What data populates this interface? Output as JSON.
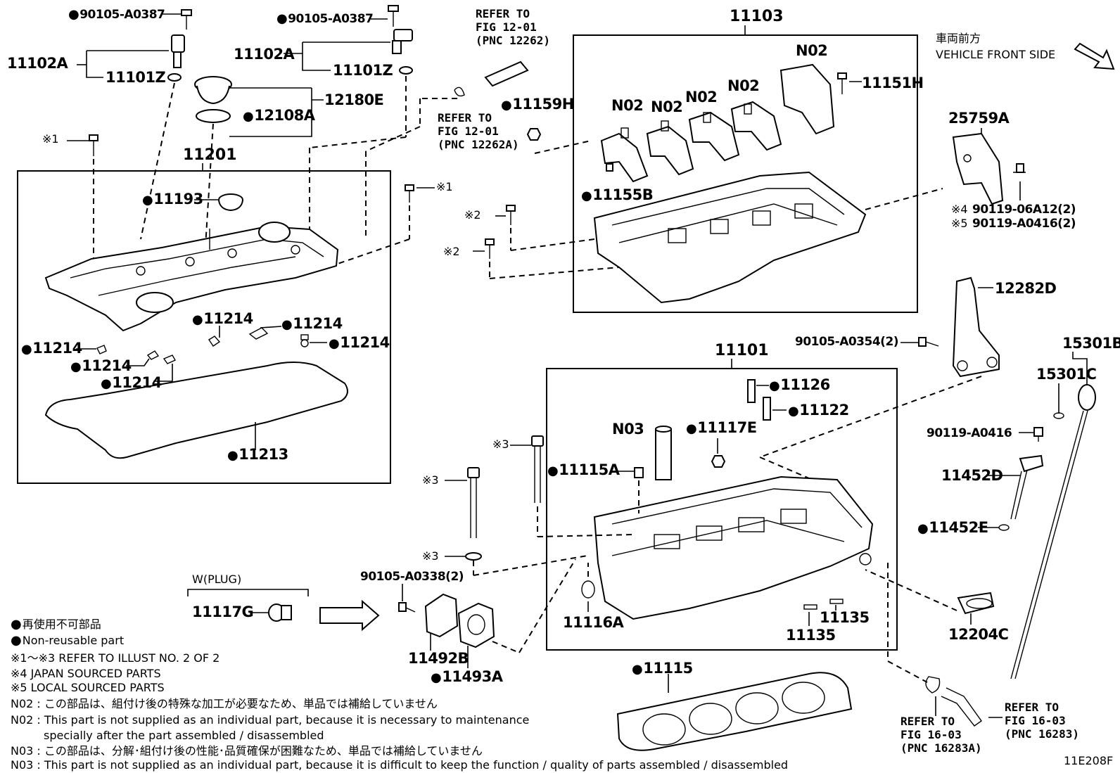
{
  "labels": {
    "p90105_a0387_l": "90105-A0387",
    "p90105_a0387_r": "90105-A0387",
    "p11102a_l": "11102A",
    "p11101z_l": "11101Z",
    "p11102a_r": "11102A",
    "p11101z_r": "11101Z",
    "p12180e": "12180E",
    "p12108a": "12108A",
    "p11201": "11201",
    "p11193": "11193",
    "p11214_a": "11214",
    "p11214_b": "11214",
    "p11214_c": "11214",
    "p11214_d": "11214",
    "p11214_e": "11214",
    "p11214_f": "11214",
    "p11213": "11213",
    "p11159h": "11159H",
    "p11103": "11103",
    "p11155b": "11155B",
    "p11151h": "11151H",
    "n02_1": "N02",
    "n02_2": "N02",
    "n02_3": "N02",
    "n02_4": "N02",
    "n02_5": "N02",
    "p25759a": "25759A",
    "p90119_06a12": "90119-06A12(2)",
    "p90119_a0416_2": "90119-A0416(2)",
    "p12282d": "12282D",
    "p90105_a0354": "90105-A0354(2)",
    "p15301b": "15301B",
    "p15301c": "15301C",
    "p90119_a0416": "90119-A0416",
    "p11452d": "11452D",
    "p11452e": "11452E",
    "p12204c": "12204C",
    "p11101": "11101",
    "p11126": "11126",
    "p11122": "11122",
    "n03": "N03",
    "p11117e": "11117E",
    "p11115a": "11115A",
    "p11116a": "11116A",
    "p11135_a": "11135",
    "p11135_b": "11135",
    "p11115": "11115",
    "p90105_a0338": "90105-A0338(2)",
    "p11492b": "11492B",
    "p11493a": "11493A",
    "w_plug": "W(PLUG)",
    "p11117g": "11117G",
    "ref_mark_1a": "※1",
    "ref_mark_1b": "※1",
    "ref_mark_2a": "※2",
    "ref_mark_2b": "※2",
    "ref_mark_3a": "※3",
    "ref_mark_3b": "※3",
    "ref_mark_3c": "※3",
    "ref_mark_4": "※4",
    "ref_mark_5": "※5"
  },
  "references": {
    "fig12_a": [
      "REFER TO",
      "FIG 12-01",
      "(PNC 12262)"
    ],
    "fig12_b": [
      "REFER TO",
      "FIG 12-01",
      "(PNC 12262A)"
    ],
    "fig16_a": [
      "REFER TO",
      "FIG 16-03",
      "(PNC 16283A)"
    ],
    "fig16_b": [
      "REFER TO",
      "FIG 16-03",
      "(PNC 16283)"
    ]
  },
  "front": {
    "jp": "車両前方",
    "en": "VEHICLE FRONT SIDE"
  },
  "legend": {
    "nonreusable_jp": "再使用不可部品",
    "nonreusable_en": "Non-reusable part",
    "note_13": "※1～※3  REFER TO ILLUST NO. 2 OF 2",
    "note_4": "※4  JAPAN SOURCED PARTS",
    "note_5": "※5  LOCAL SOURCED PARTS",
    "n02_jp": "N02 : この部品は、組付け後の特殊な加工が必要なため、単品では補給していません",
    "n02_en1": "N02 : This part is not supplied as an individual part, because it is necessary to maintenance",
    "n02_en2": "specially after the part assembled / disassembled",
    "n03_jp": "N03 : この部品は、分解･組付け後の性能･品質確保が困難なため、単品では補給していません",
    "n03_en": "N03 : This part is not supplied as an individual part, because it is difficult to keep the function / quality of parts  assembled / disassembled"
  },
  "illustration_id": "11E208F"
}
